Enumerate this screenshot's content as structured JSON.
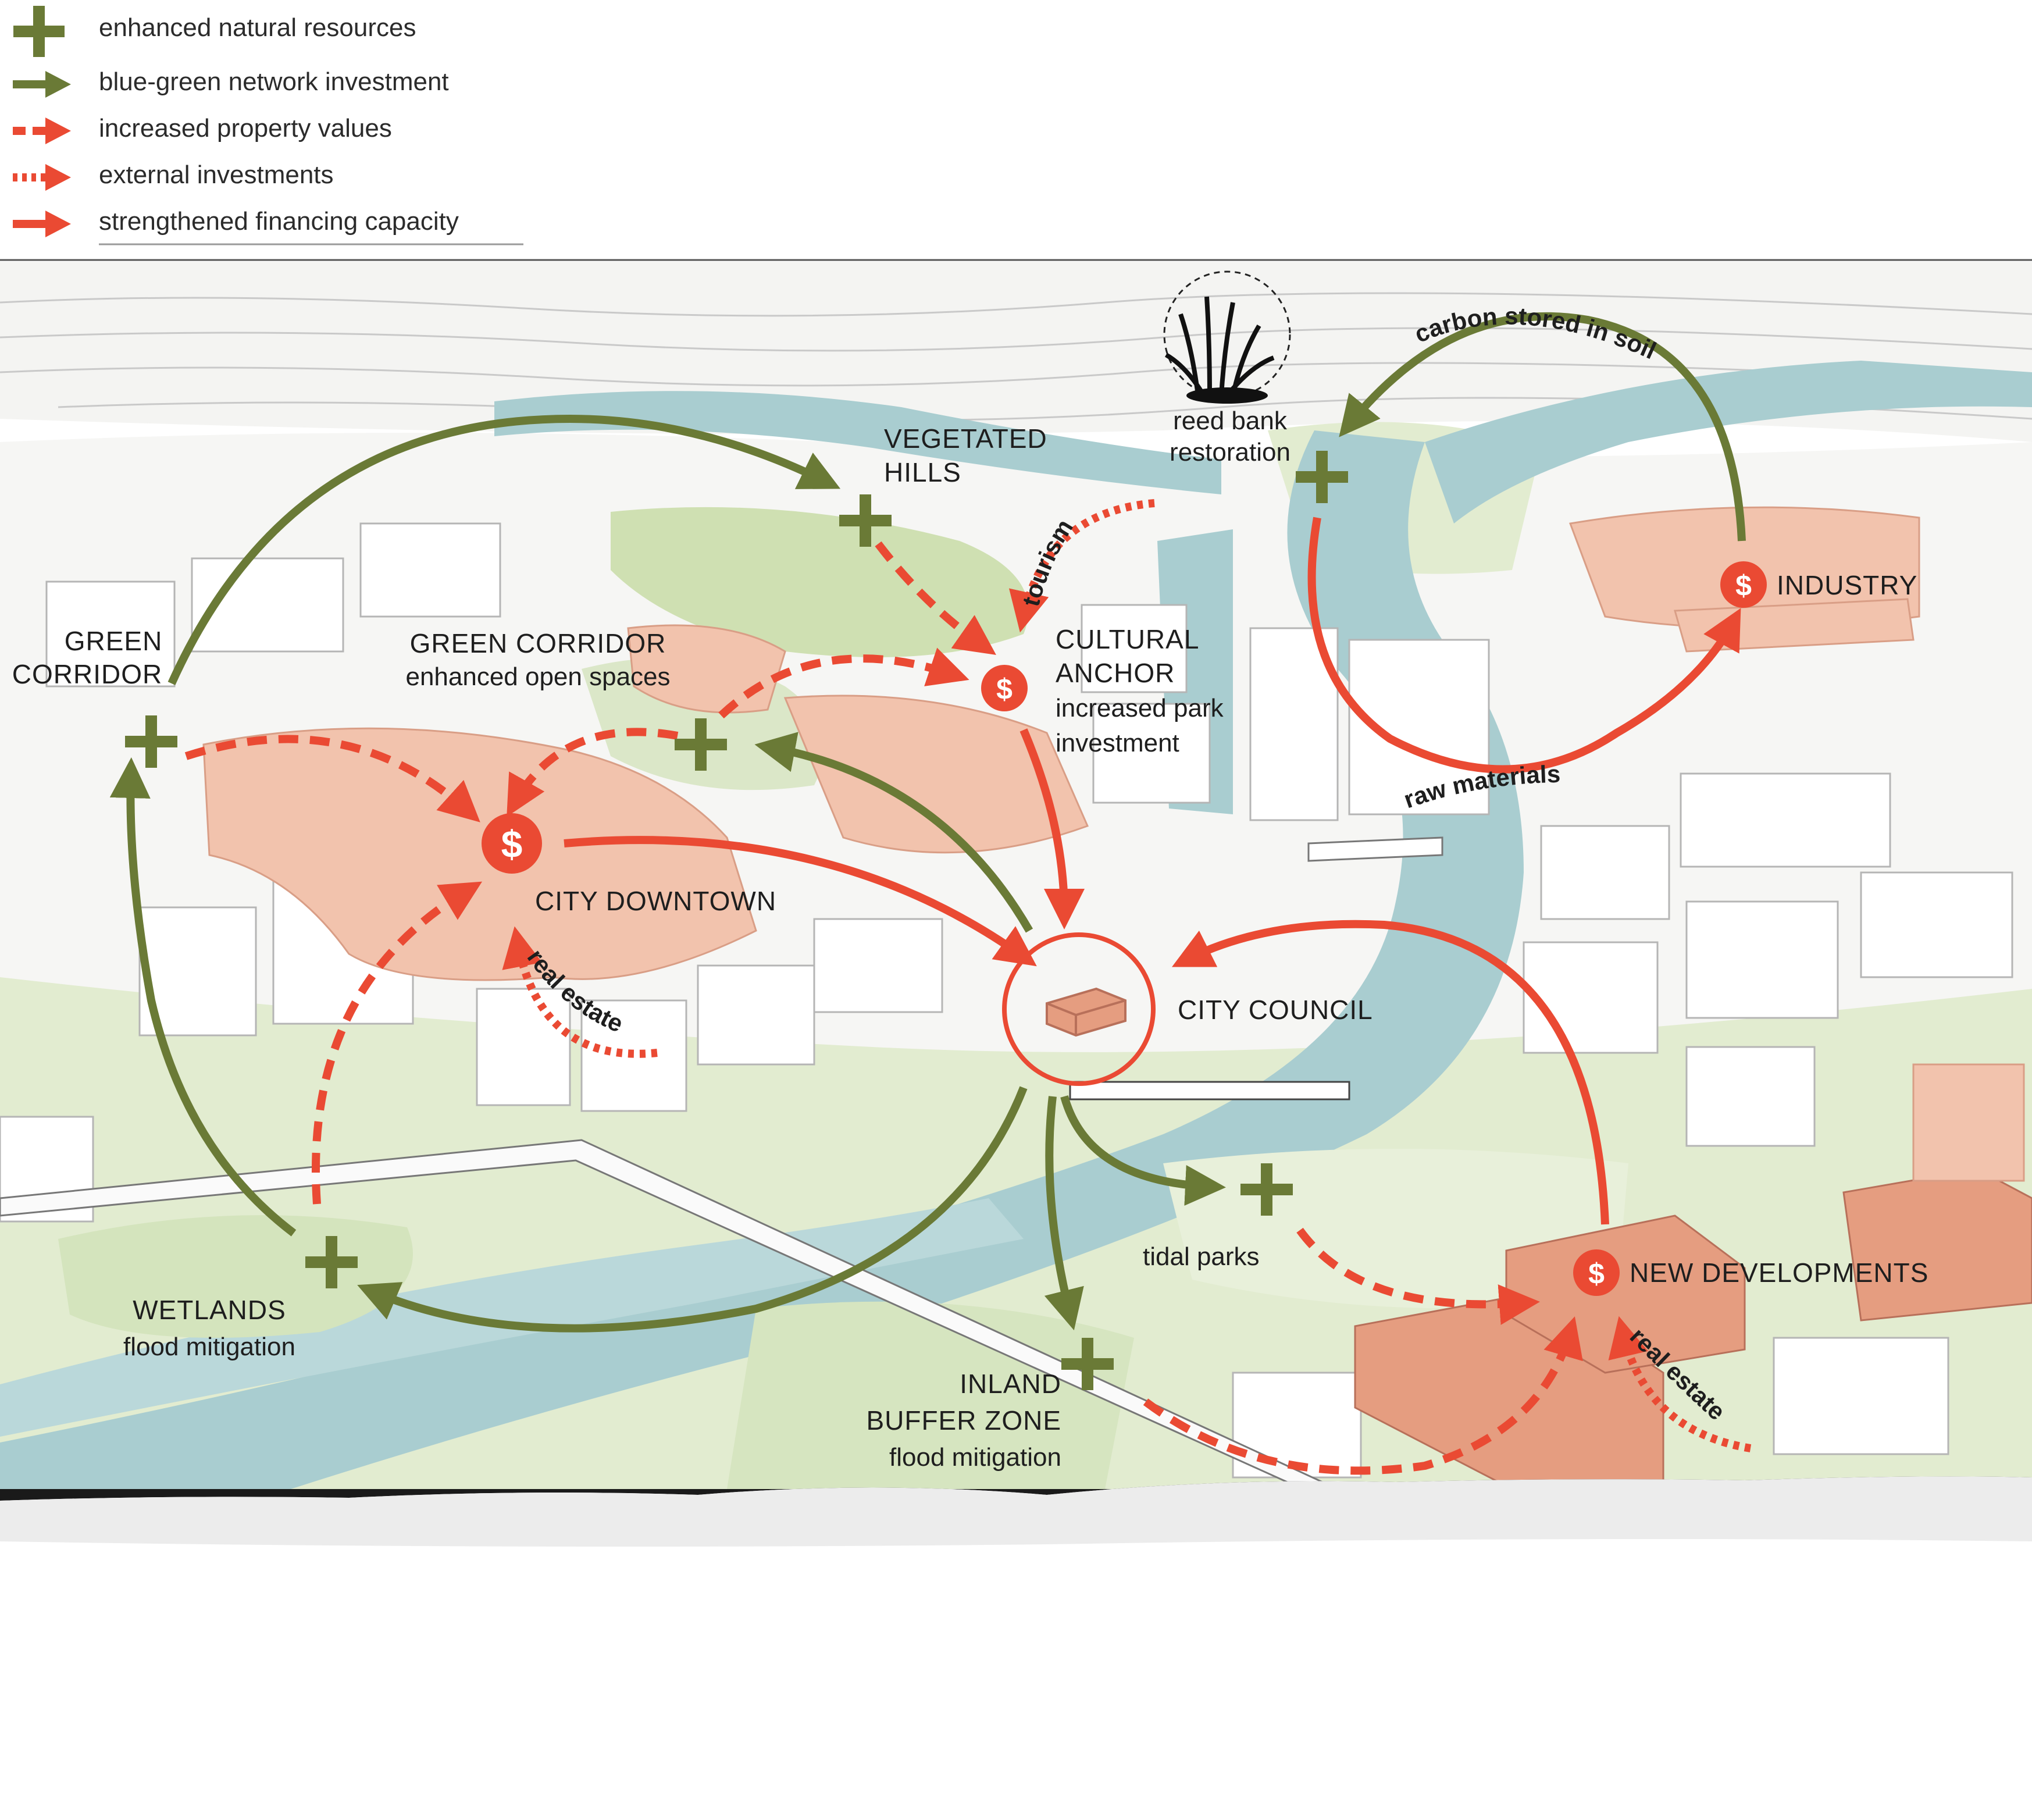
{
  "legend": [
    {
      "label": "enhanced natural resources",
      "symbol": "plus-icon"
    },
    {
      "label": "blue-green network investment",
      "symbol": "solid-green-arrow"
    },
    {
      "label": "increased property values",
      "symbol": "dashed-red-arrow"
    },
    {
      "label": "external investments",
      "symbol": "dotted-red-arrow"
    },
    {
      "label": "strengthened financing capacity",
      "symbol": "solid-red-arrow"
    }
  ],
  "colors": {
    "green": "#6a7a36",
    "red": "#ea4a33",
    "river": "#a9cdd0",
    "parkland": "#e2ecd0",
    "buildings_highlight": "#f2c3ad",
    "new_dev": "#e59d80"
  },
  "labels": {
    "vegetated_hills": [
      "VEGETATED",
      "HILLS"
    ],
    "reed_bank": [
      "reed bank",
      "restoration"
    ],
    "carbon": "carbon stored in soil",
    "tourism": "tourism",
    "green_corridor_left": [
      "GREEN",
      "CORRIDOR"
    ],
    "green_corridor_mid": [
      "GREEN CORRIDOR",
      "enhanced open spaces"
    ],
    "cultural_anchor": [
      "CULTURAL",
      "ANCHOR",
      "increased park",
      "investment"
    ],
    "industry": "INDUSTRY",
    "raw_materials": "raw materials",
    "city_downtown": "CITY DOWNTOWN",
    "real_estate_left": "real estate",
    "city_council": "CITY COUNCIL",
    "tidal_parks": "tidal parks",
    "new_developments": "NEW DEVELOPMENTS",
    "real_estate_right": "real estate",
    "wetlands": [
      "WETLANDS",
      "flood mitigation"
    ],
    "inland_buffer": [
      "INLAND",
      "BUFFER ZONE",
      "flood mitigation"
    ]
  },
  "dollar_symbol": "$"
}
